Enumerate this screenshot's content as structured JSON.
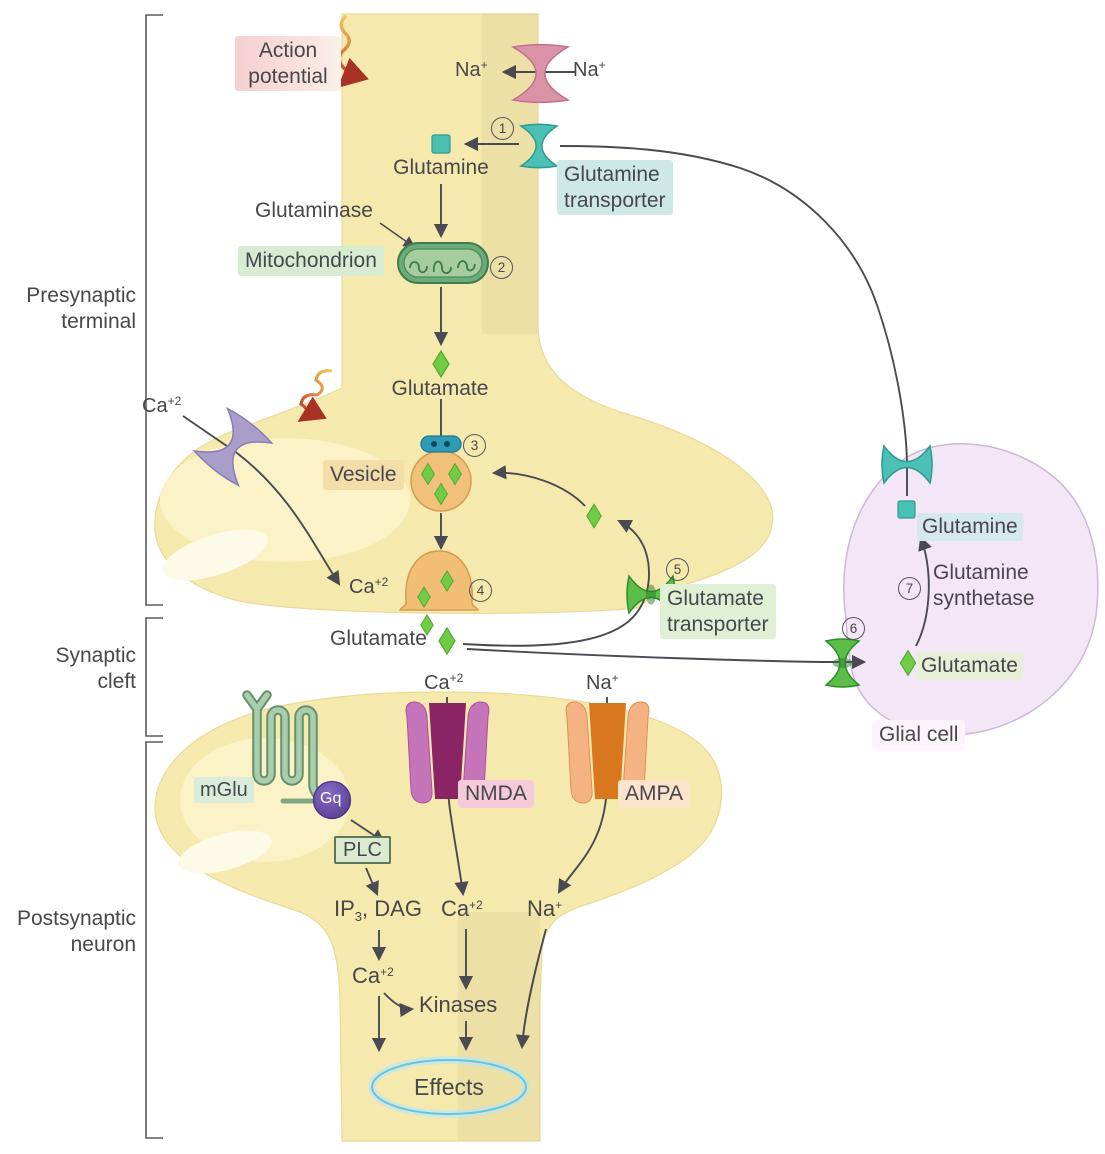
{
  "sections": {
    "presynaptic_terminal": "Presynaptic\nterminal",
    "synaptic_cleft": "Synaptic\ncleft",
    "postsynaptic_neuron": "Postsynaptic\nneuron"
  },
  "ions": {
    "na": {
      "base": "Na",
      "sup": "+"
    },
    "ca": {
      "base": "Ca",
      "sup": "+2"
    }
  },
  "steps": [
    "1",
    "2",
    "3",
    "4",
    "5",
    "6",
    "7"
  ],
  "presynaptic": {
    "action_potential": "Action\npotential",
    "glutamine": "Glutamine",
    "glutamine_transporter": "Glutamine\ntransporter",
    "glutaminase": "Glutaminase",
    "mitochondrion": "Mitochondrion",
    "glutamate": "Glutamate",
    "vesicle": "Vesicle"
  },
  "cleft": {
    "glutamate": "Glutamate",
    "glutamate_transporter": "Glutamate\ntransporter"
  },
  "glial": {
    "glutamine": "Glutamine",
    "glutamine_synthetase": "Glutamine\nsynthetase",
    "glutamate": "Glutamate",
    "cell": "Glial cell"
  },
  "postsynaptic": {
    "mglu": "mGlu",
    "nmda": "NMDA",
    "ampa": "AMPA",
    "gq": "Gq",
    "plc": "PLC",
    "ip3_dag": {
      "pre": "IP",
      "sub": "3",
      "post": ", DAG"
    },
    "kinases": "Kinases",
    "effects": "Effects"
  },
  "colors": {
    "neuron_fill": "#F5E9AE",
    "glial_fill": "#F3E6F6",
    "glutamate_diamond": "#6FCC44",
    "glutamine_square": "#4BC0B5",
    "vesicle_orange": "#F2C179",
    "na_channel_pink": "#DA92A6",
    "ca_channel_purple": "#A99DC9",
    "transporter_green": "#5ABE47",
    "nmda_lobes": "#C574BA",
    "nmda_core": "#8B2464",
    "ampa_lobes": "#F5B284",
    "ampa_core": "#D9771F",
    "mglu_green": "#A9CEAD",
    "gq_purple": "#5A3B9B",
    "effects_cyan": "#5FC4E2",
    "arrow": "#4A4A52"
  }
}
